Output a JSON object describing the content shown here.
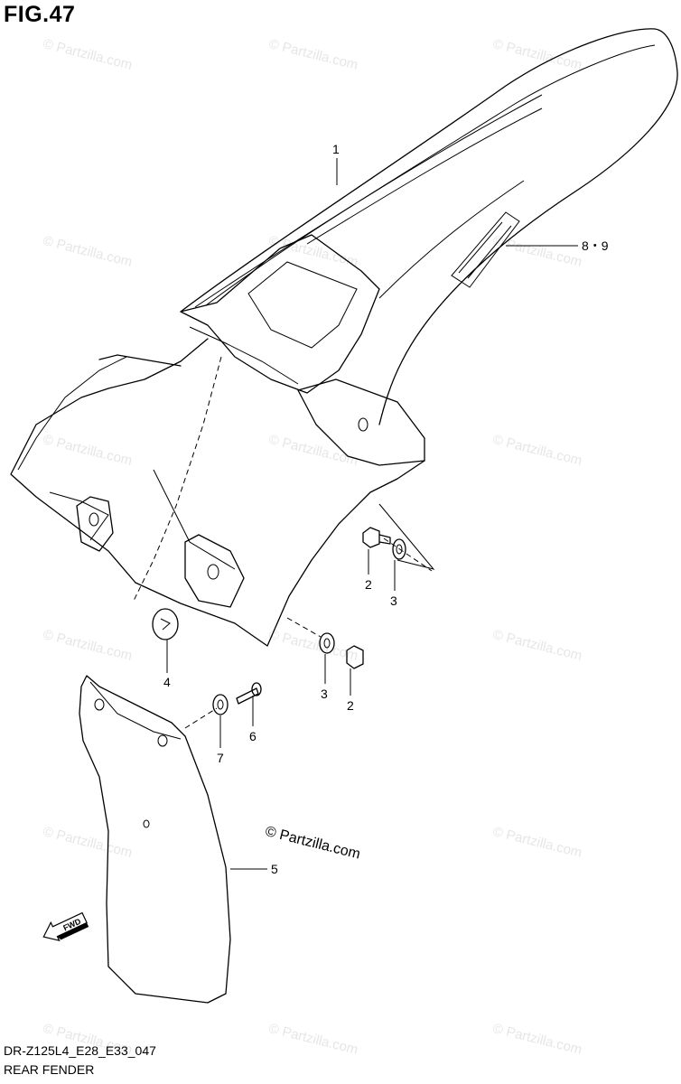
{
  "figure": {
    "title": "FIG.47",
    "code": "DR-Z125L4_E28_E33_047",
    "caption": "REAR FENDER",
    "copyright": "© Partzilla.com"
  },
  "watermark": {
    "text": "© Partzilla.com"
  },
  "callouts": [
    "1",
    "8・9",
    "2",
    "3",
    "4",
    "3",
    "2",
    "7",
    "6",
    "5"
  ],
  "arrow": {
    "label": "FWD"
  }
}
